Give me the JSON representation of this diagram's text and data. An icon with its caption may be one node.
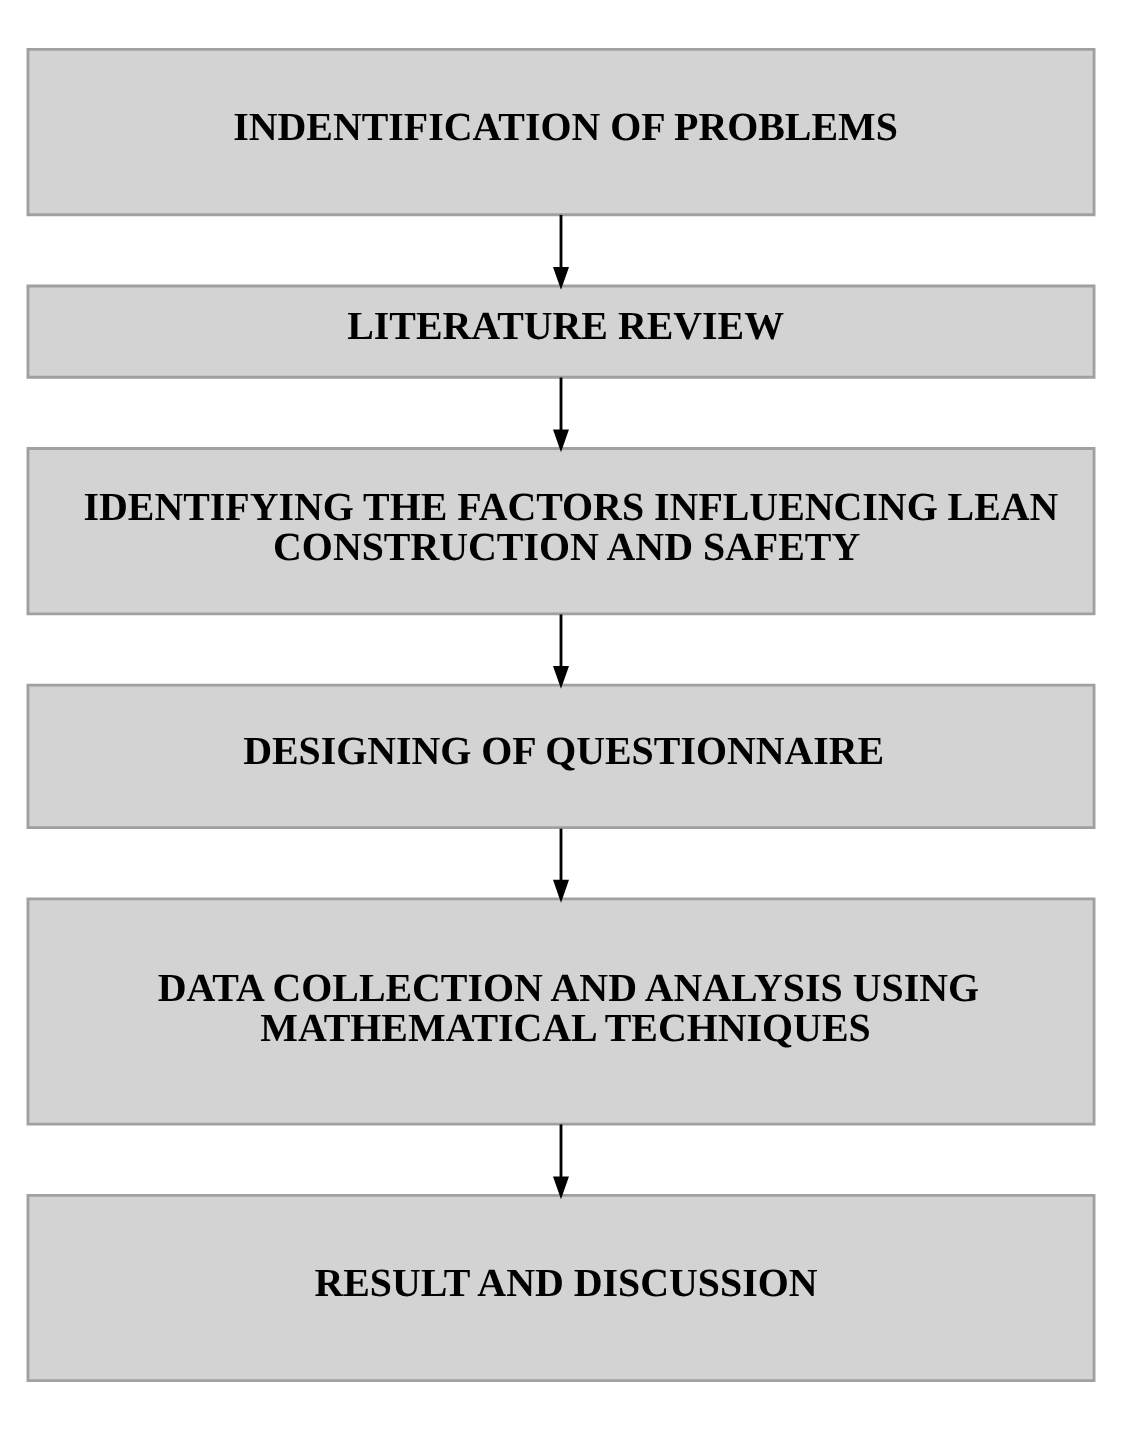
{
  "diagram": {
    "nodes": [
      {
        "text": [
          "INDENTIFICATION OF PROBLEMS"
        ]
      },
      {
        "text": [
          "LITERATURE REVIEW"
        ]
      },
      {
        "text": [
          "IDENTIFYING THE FACTORS INFLUENCING LEAN CONSTRUCTION AND SAFETY"
        ]
      },
      {
        "text": [
          "DESIGNING OF QUESTIONNAIRE"
        ]
      },
      {
        "text": [
          "DATA COLLECTION AND ANALYSIS USING MATHEMATICAL TECHNIQUES"
        ]
      },
      {
        "text": [
          "RESULT AND DISCUSSION"
        ]
      }
    ],
    "edges": [
      {
        "from": 0,
        "to": 1,
        "arrow": "to"
      },
      {
        "from": 1,
        "to": 2,
        "arrow": "to"
      },
      {
        "from": 2,
        "to": 3,
        "arrow": "to"
      },
      {
        "from": 3,
        "to": 4,
        "arrow": "to"
      },
      {
        "from": 4,
        "to": 5,
        "arrow": "to"
      }
    ]
  }
}
